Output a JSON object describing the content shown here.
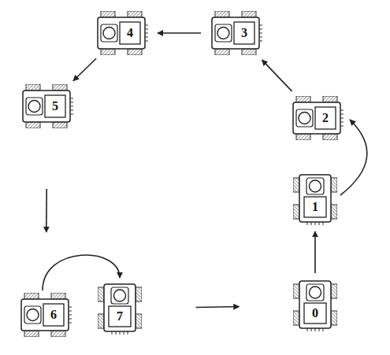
{
  "diagram": {
    "nodes": [
      {
        "text": [
          "0"
        ]
      },
      {
        "text": [
          "1"
        ]
      },
      {
        "text": [
          "2"
        ]
      },
      {
        "text": [
          "3"
        ]
      },
      {
        "text": [
          "4"
        ]
      },
      {
        "text": [
          "5"
        ]
      },
      {
        "text": [
          "6"
        ]
      },
      {
        "text": [
          "7"
        ]
      }
    ],
    "edges": [
      {
        "from": 0,
        "to": 1,
        "arrow": "to"
      },
      {
        "from": 1,
        "to": 2,
        "arrow": "to"
      },
      {
        "from": 2,
        "to": 3,
        "arrow": "to"
      },
      {
        "from": 3,
        "to": 4,
        "arrow": "to"
      },
      {
        "from": 4,
        "to": 5,
        "arrow": "to"
      },
      {
        "from": 5,
        "to": 6,
        "arrow": "to"
      },
      {
        "from": 6,
        "to": 7,
        "arrow": "to"
      },
      {
        "from": 7,
        "to": 0,
        "arrow": "to"
      }
    ]
  }
}
